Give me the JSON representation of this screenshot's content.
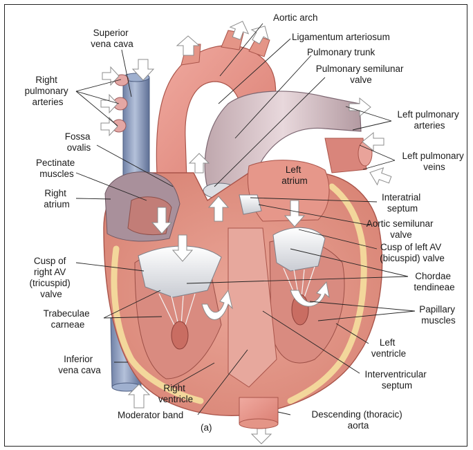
{
  "colors": {
    "myocardium": "#e79a8c",
    "myocardium_dark": "#c9665b",
    "endocardium_light": "#f1c0b3",
    "vein_blue": "#8e9fc0",
    "vein_blue_dark": "#5d6f95",
    "atrium_purple": "#a9909b",
    "fat_yellow": "#f3d79b",
    "valve_white": "#eef0f3",
    "frame": "#222222"
  },
  "figure_tag": "(a)",
  "labels": {
    "superior_vena_cava": [
      "Superior",
      "vena cava"
    ],
    "aortic_arch": [
      "Aortic arch"
    ],
    "ligamentum_arteriosum": [
      "Ligamentum arteriosum"
    ],
    "pulmonary_trunk": [
      "Pulmonary trunk"
    ],
    "pulmonary_semilunar_valve": [
      "Pulmonary semilunar",
      "valve"
    ],
    "right_pulmonary_arteries": [
      "Right",
      "pulmonary",
      "arteries"
    ],
    "left_pulmonary_arteries": [
      "Left pulmonary",
      "arteries"
    ],
    "fossa_ovalis": [
      "Fossa",
      "ovalis"
    ],
    "left_pulmonary_veins": [
      "Left pulmonary",
      "veins"
    ],
    "pectinate_muscles": [
      "Pectinate",
      "muscles"
    ],
    "left_atrium": [
      "Left",
      "atrium"
    ],
    "right_atrium": [
      "Right",
      "atrium"
    ],
    "interatrial_septum": [
      "Interatrial",
      "septum"
    ],
    "aortic_semilunar_valve": [
      "Aortic semilunar",
      "valve"
    ],
    "cusp_left_av": [
      "Cusp of left AV",
      "(bicuspid) valve"
    ],
    "cusp_right_av": [
      "Cusp of",
      "right AV",
      "(tricuspid)",
      "valve"
    ],
    "chordae_tendineae": [
      "Chordae",
      "tendineae"
    ],
    "papillary_muscles": [
      "Papillary",
      "muscles"
    ],
    "trabeculae_carneae": [
      "Trabeculae",
      "carneae"
    ],
    "left_ventricle": [
      "Left",
      "ventricle"
    ],
    "inferior_vena_cava": [
      "Inferior",
      "vena cava"
    ],
    "interventricular_septum": [
      "Interventricular",
      "septum"
    ],
    "right_ventricle": [
      "Right",
      "ventricle"
    ],
    "moderator_band": [
      "Moderator band"
    ],
    "descending_aorta": [
      "Descending (thoracic)",
      "aorta"
    ]
  }
}
